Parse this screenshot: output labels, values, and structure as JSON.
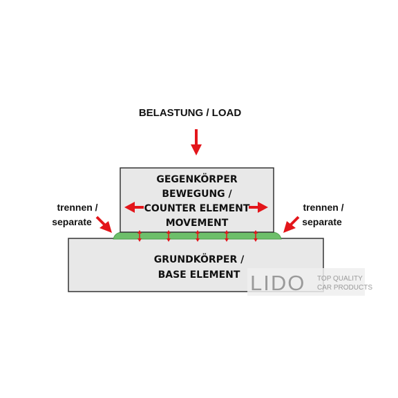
{
  "load_label": "BELASTUNG / LOAD",
  "counter_element": {
    "line1": "GEGENKÖRPER",
    "line2": "BEWEGUNG /",
    "line3": "COUNTER ELEMENT",
    "line4": "MOVEMENT"
  },
  "base_element": {
    "line1": "GRUNDKÖRPER /",
    "line2": "BASE ELEMENT"
  },
  "separate_left": {
    "line1": "trennen /",
    "line2": "separate"
  },
  "separate_right": {
    "line1": "trennen /",
    "line2": "separate"
  },
  "watermark": {
    "brand": "LIDO",
    "tagline1": "TOP QUALITY",
    "tagline2": "CAR PRODUCTS"
  },
  "colors": {
    "arrow": "#e3161b",
    "block_fill": "#e8e8e8",
    "block_stroke": "#333333",
    "lubricant": "#6dbf6a",
    "watermark_box": "#eeeeee",
    "watermark_text": "#9a9a9a"
  }
}
